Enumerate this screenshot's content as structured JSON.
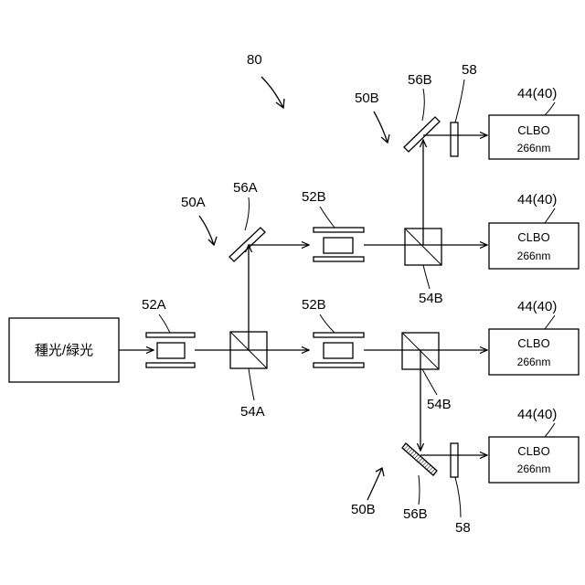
{
  "figure": {
    "ref": "80",
    "source": "種光/緑光",
    "labels": {
      "ls_50A": "50A",
      "ls_56A": "56A",
      "ls_52A": "52A",
      "ls_54A": "54A",
      "ls_52B_top": "52B",
      "ls_52B_mid": "52B",
      "ls_50B_top": "50B",
      "ls_56B_top": "56B",
      "ls_58_top": "58",
      "ls_54B_top": "54B",
      "ls_54B_mid": "54B",
      "ls_50B_bot": "50B",
      "ls_56B_bot": "56B",
      "ls_58_bot": "58"
    },
    "crystals": [
      {
        "ref": "44(40)",
        "name": "CLBO",
        "wavelength": "266nm"
      },
      {
        "ref": "44(40)",
        "name": "CLBO",
        "wavelength": "266nm"
      },
      {
        "ref": "44(40)",
        "name": "CLBO",
        "wavelength": "266nm"
      },
      {
        "ref": "44(40)",
        "name": "CLBO",
        "wavelength": "266nm"
      }
    ]
  }
}
